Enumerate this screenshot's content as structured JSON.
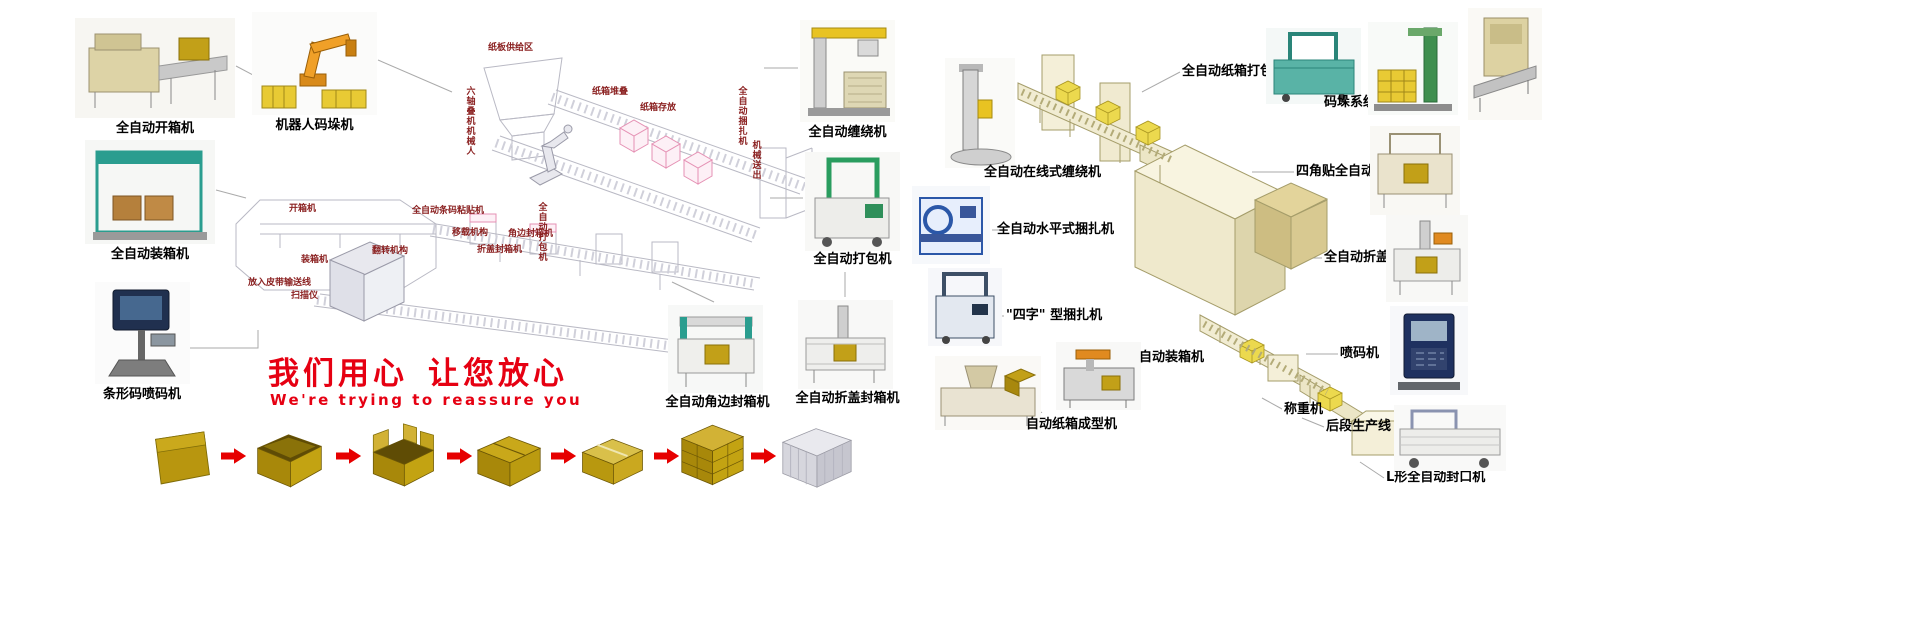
{
  "slogan": {
    "cn_left": "我们用心",
    "cn_right": "让您放心",
    "en": "We're trying to reassure you"
  },
  "machines": {
    "carton_opener": "全自动开箱机",
    "robot_palletizer": "机器人码垛机",
    "case_packer": "全自动装箱机",
    "barcode_printer": "条形码喷码机",
    "stretch_wrapper": "全自动缠绕机",
    "strapper": "全自动打包机",
    "corner_sealer": "全自动角边封箱机",
    "flap_sealer": "全自动折盖封箱机",
    "inline_wrapper": "全自动在线式缠绕机",
    "horizontal_strapper": "全自动水平式捆扎机",
    "four_type_strapper": "\"四字\" 型捆扎机",
    "carton_former": "自动纸箱成型机",
    "auto_case_packer": "自动装箱机",
    "weigher": "称重机",
    "backend_line": "后段生产线",
    "carton_box_strapper": "全自动纸箱打包机",
    "palletizing_system": "码垛系统",
    "four_corner_sealer": "四角贴全自动封箱机",
    "flap_fold_sealer": "全自动折盖封箱机",
    "inkjet_printer": "喷码机",
    "l_sealer": "L形全自动封口机"
  },
  "diagram_labels": {
    "board_supply": "纸板供给区",
    "six_axis_robot": "六轴叠机机械人",
    "carton_stack": "纸箱堆叠",
    "carton_storage": "纸箱存放",
    "auto_strapping": "全自动捆扎机",
    "machine_out": "机械送出",
    "case_opener": "开箱机",
    "barcode_labeler": "全自动条码粘贴机",
    "transfer_unit": "移载机构",
    "turnover_unit": "翻转机构",
    "fold_cover_sealer": "折盖封箱机",
    "corner_edge_sealer": "角边封箱机",
    "auto_strapper_mid": "全自动打包机",
    "case_packer_small": "装箱机",
    "belt_line": "放入皮带输送线",
    "scanner": "扫描仪"
  },
  "colors": {
    "accent_red": "#e60012",
    "carton_gold": "#b8960f",
    "diagram_pink": "#e591b4",
    "diagram_gray": "#b9b9c4",
    "khaki_line": "#a59d6a"
  }
}
